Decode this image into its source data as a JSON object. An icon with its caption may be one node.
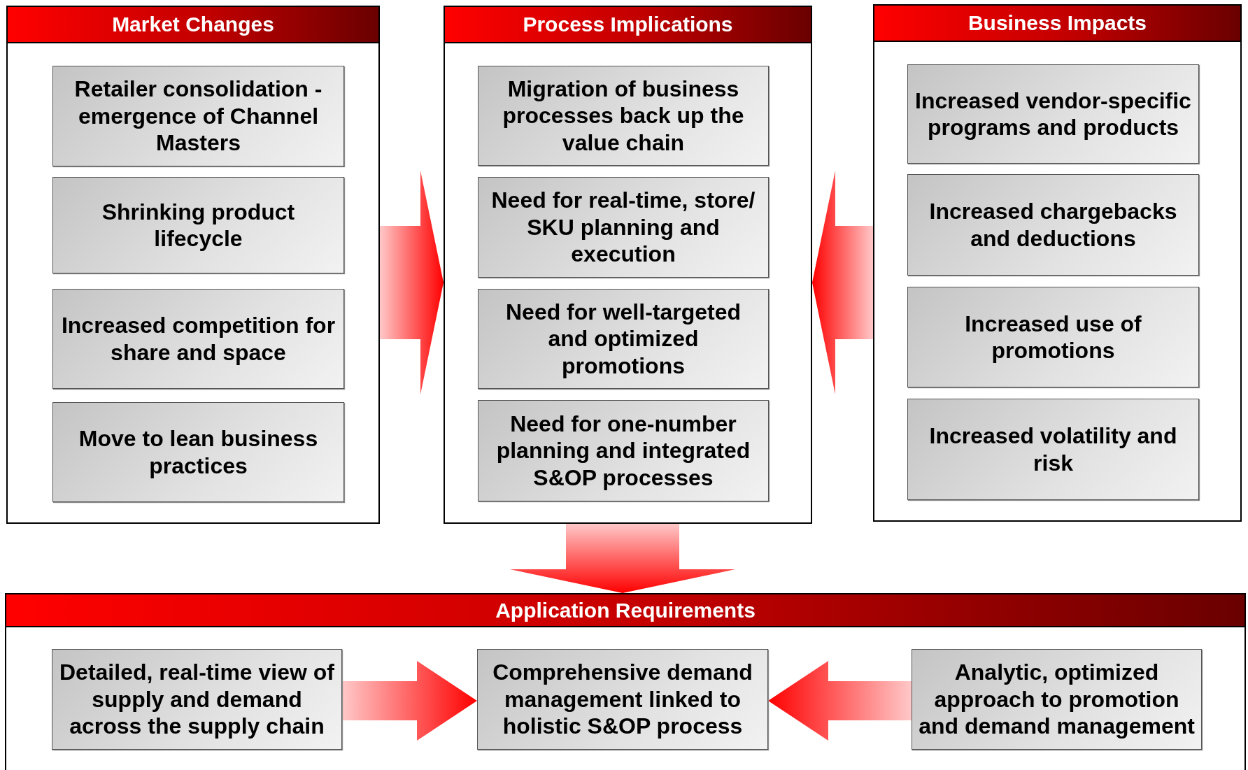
{
  "diagram": {
    "nodes": [
      {
        "text": [
          "Market Changes"
        ]
      },
      {
        "text": [
          "Retailer consolidation - emergence of Channel Masters"
        ],
        "in": 0
      },
      {
        "text": [
          "Shrinking product lifecycle"
        ],
        "in": 0
      },
      {
        "text": [
          "Increased competition for share and space"
        ],
        "in": 0
      },
      {
        "text": [
          "Move to lean business practices"
        ],
        "in": 0
      },
      {
        "text": [
          "Process Implications"
        ]
      },
      {
        "text": [
          "Migration of business processes back up the value chain"
        ],
        "in": 5
      },
      {
        "text": [
          "Need for real-time, store/ SKU planning and execution"
        ],
        "in": 5
      },
      {
        "text": [
          "Need for well-targeted and optimized promotions"
        ],
        "in": 5
      },
      {
        "text": [
          "Need for one-number planning and integrated S&OP processes"
        ],
        "in": 5
      },
      {
        "text": [
          "Business Impacts"
        ]
      },
      {
        "text": [
          "Increased vendor-specific programs and products"
        ],
        "in": 10
      },
      {
        "text": [
          "Increased chargebacks and deductions"
        ],
        "in": 10
      },
      {
        "text": [
          "Increased use of promotions"
        ],
        "in": 10
      },
      {
        "text": [
          "Increased volatility and risk"
        ],
        "in": 10
      },
      {
        "text": [
          "Application Requirements"
        ]
      },
      {
        "text": [
          "Detailed, real-time view of supply and demand across the supply chain"
        ],
        "in": 15
      },
      {
        "text": [
          "Comprehensive demand management linked to holistic S&OP process"
        ],
        "in": 15
      },
      {
        "text": [
          "Analytic, optimized approach to promotion and demand management"
        ],
        "in": 15
      }
    ],
    "edges": [
      {
        "from": 0,
        "to": 5,
        "arrow": "to",
        "style": "thick"
      },
      {
        "from": 10,
        "to": 5,
        "arrow": "to",
        "style": "thick"
      },
      {
        "from": 5,
        "to": 15,
        "arrow": "to",
        "style": "thick"
      },
      {
        "from": 16,
        "to": 17,
        "arrow": "to",
        "style": "thick"
      },
      {
        "from": 18,
        "to": 17,
        "arrow": "to",
        "style": "thick"
      }
    ]
  }
}
